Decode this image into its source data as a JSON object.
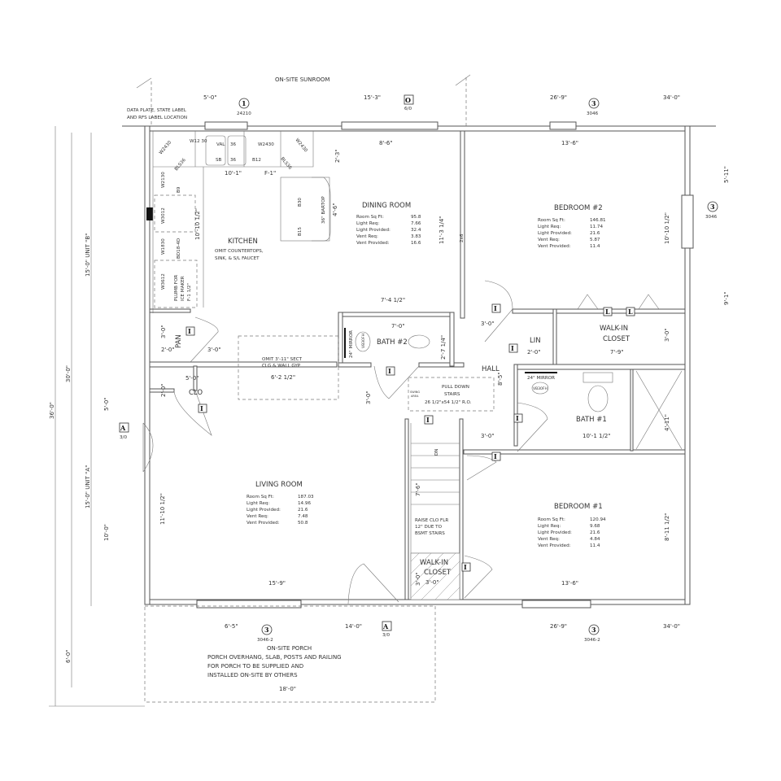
{
  "title_top": "ON-SITE SUNROOM",
  "data_plate_note": [
    "DATA PLATE, STATE LABEL",
    "AND RFS LABEL LOCATION"
  ],
  "window_tags": [
    {
      "num": "1",
      "code": "24210"
    },
    {
      "num": "3",
      "code": "3046"
    },
    {
      "num": "3",
      "code": "3046"
    },
    {
      "num": "3",
      "code": "3046-2"
    },
    {
      "num": "3",
      "code": "3046-2"
    }
  ],
  "door_tags": [
    {
      "letter": "O",
      "code": "6/0"
    },
    {
      "letter": "A",
      "code": "3/0"
    },
    {
      "letter": "A",
      "code": "3/0"
    }
  ],
  "interior_door_tag": "I",
  "closet_door_tag": "L",
  "rooms": {
    "kitchen": {
      "name": "KITCHEN",
      "note": [
        "OMIT COUNTERTOPS,",
        "SINK, & S/L FAUCET"
      ]
    },
    "dining": {
      "name": "DINING ROOM"
    },
    "bedroom2": {
      "name": "BEDROOM #2"
    },
    "living": {
      "name": "LIVING ROOM"
    },
    "bedroom1": {
      "name": "BEDROOM #1"
    },
    "bath2": {
      "name": "BATH #2"
    },
    "bath1": {
      "name": "BATH #1"
    },
    "hall": {
      "name": "HALL"
    },
    "lin": {
      "name": "LIN"
    },
    "pan": {
      "name": "PAN"
    },
    "clo": {
      "name": "CLO"
    },
    "walkin_top": {
      "name": [
        "WALK-IN",
        "CLOSET"
      ]
    },
    "walkin_bottom": {
      "name": [
        "WALK-IN",
        "CLOSET"
      ]
    }
  },
  "stat_labels": [
    "Room Sq Ft:",
    "Light Req:",
    "Light Provided:",
    "Vent Req:",
    "Vent Provided:"
  ],
  "stats": {
    "dining": [
      "95.8",
      "7.66",
      "32.4",
      "3.83",
      "16.6"
    ],
    "bedroom2": [
      "146.81",
      "11.74",
      "21.6",
      "5.87",
      "11.4"
    ],
    "living": [
      "187.03",
      "14.96",
      "21.6",
      "7.48",
      "50.8"
    ],
    "bedroom1": [
      "120.94",
      "9.68",
      "21.6",
      "4.84",
      "11.4"
    ]
  },
  "cabinets": [
    "W2430",
    "W12 30",
    "VAL",
    "36",
    "SB",
    "36",
    "W2430",
    "B12",
    "W2430",
    "BLS36",
    "BLS36",
    "W2130",
    "B9",
    "W3012",
    "W1830",
    "BD18-4D",
    "W3612",
    "B30",
    "B15",
    "36\" BARTOP"
  ],
  "notes": {
    "ice_maker": [
      "PLUMB FOR",
      "ICE MAKER",
      "F-1 1/2\""
    ],
    "omit_sect": [
      "OMIT 3'-11\" SECT",
      "CLG & WALL GYP"
    ],
    "pull_down": [
      "PULL DOWN",
      "STAIRS",
      "26 1/2\"x54 1/2\" R.O."
    ],
    "swing_area": [
      "SWING",
      "AREA"
    ],
    "raise_clo": [
      "RAISE CLO FLR",
      "12\" DUE TO",
      "BSMT STAIRS"
    ],
    "mirror": "24\" MIRROR",
    "vanity": "VB30FH",
    "porch_title": "ON-SITE PORCH",
    "porch_note": [
      "PORCH OVERHANG, SLAB, POSTS AND RAILING",
      "FOR PORCH TO BE SUPPLIED AND",
      "INSTALLED ON-SITE BY OTHERS"
    ],
    "dn": "DN",
    "dim_2x6": "2x6"
  },
  "dims": {
    "top_5_0": "5'-0\"",
    "top_15_3": "15'-3\"",
    "top_26_9": "26'-9\"",
    "top_34_0": "34'-0\"",
    "bot_6_5": "6'-5\"",
    "bot_14_0": "14'-0\"",
    "bot_26_9": "26'-9\"",
    "bot_34_0": "34'-0\"",
    "porch_18_0": "18'-0\"",
    "kit_10_1": "10'-1\"",
    "kit_f1": "F-1\"",
    "kit_10_10": "10'-10 1/2\"",
    "din_8_6": "8'-6\"",
    "din_2_3": "2'-3\"",
    "din_4_6": "4'-6\"",
    "din_11_3": "11'-3 1/4\"",
    "bed2_13_6": "13'-6\"",
    "bed2_10_10": "10'-10 1/2\"",
    "r_5_11": "5'-11\"",
    "r_9_1": "9'-1\"",
    "r_3_0": "3'-0\"",
    "r_4_11": "4'-11\"",
    "r_8_11": "8'-11 1/2\"",
    "bath2_7_4": "7'-4 1/2\"",
    "bath2_7_0": "7'-0\"",
    "bath2_2_7": "2'-7 1/4\"",
    "hall_3_0a": "3'-0\"",
    "hall_3_0b": "3'-0\"",
    "hall_3_0c": "3'-0\"",
    "hall_8_5": "8'-5\"",
    "lin_2_0": "2'-0\"",
    "wic_7_9": "7'-9\"",
    "bath1_10_1": "10'-1 1/2\"",
    "pan_3_0": "3'-0\"",
    "pan_2_0": "2'-0\"",
    "pan_3_0b": "3'-0\"",
    "clo_5_0": "5'-0\"",
    "clo_2_0": "2'-0\"",
    "omit_6_2": "6'-2 1/2\"",
    "liv_11_10": "11'-10 1/2\"",
    "liv_15_9": "15'-9\"",
    "stair_7_6": "7'-6\"",
    "wic2_3_0a": "3'-0\"",
    "wic2_3_0b": "3'-0\"",
    "bed1_13_6": "13'-6\"",
    "left_15_b": "15'-0\" UNIT \"B\"",
    "left_15_a": "15'-0\" UNIT \"A\"",
    "left_30": "30'-0\"",
    "left_36": "36'-0\"",
    "left_5_0": "5'-0\"",
    "left_10_0": "10'-0\"",
    "left_6_0": "6'-0\""
  }
}
